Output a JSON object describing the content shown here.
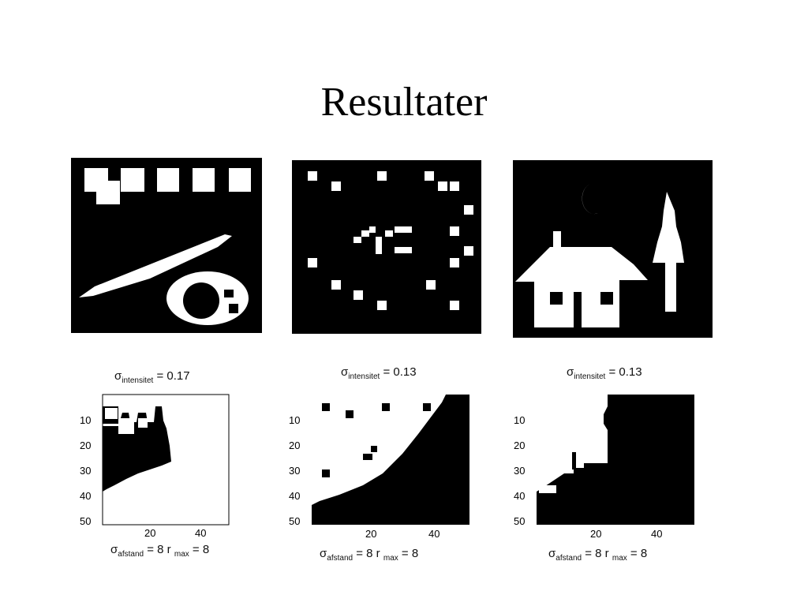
{
  "slide": {
    "title": "Resultater"
  },
  "captions": {
    "mid": [
      {
        "sigma": "σ",
        "sub": "intensitet",
        "rest": " = 0.17"
      },
      {
        "sigma": "σ",
        "sub": "intensitet",
        "rest": " = 0.13"
      },
      {
        "sigma": "σ",
        "sub": "intensitet",
        "rest": " = 0.13"
      }
    ],
    "bottom": [
      {
        "sigma": "σ",
        "sub1": "afstand",
        "mid": " = 8 r ",
        "sub2": "max",
        "rest": " = 8"
      },
      {
        "sigma": "σ",
        "sub1": "afstand",
        "mid": " = 8 r ",
        "sub2": "max",
        "rest": " = 8"
      },
      {
        "sigma": "σ",
        "sub1": "afstand",
        "mid": " = 8 r ",
        "sub2": "max",
        "rest": " = 8"
      }
    ]
  },
  "axes": {
    "y_ticks": [
      "10",
      "20",
      "30",
      "40",
      "50"
    ],
    "x_ticks": [
      "20",
      "40"
    ]
  },
  "colors": {
    "background": "#ffffff",
    "ink": "#000000"
  }
}
